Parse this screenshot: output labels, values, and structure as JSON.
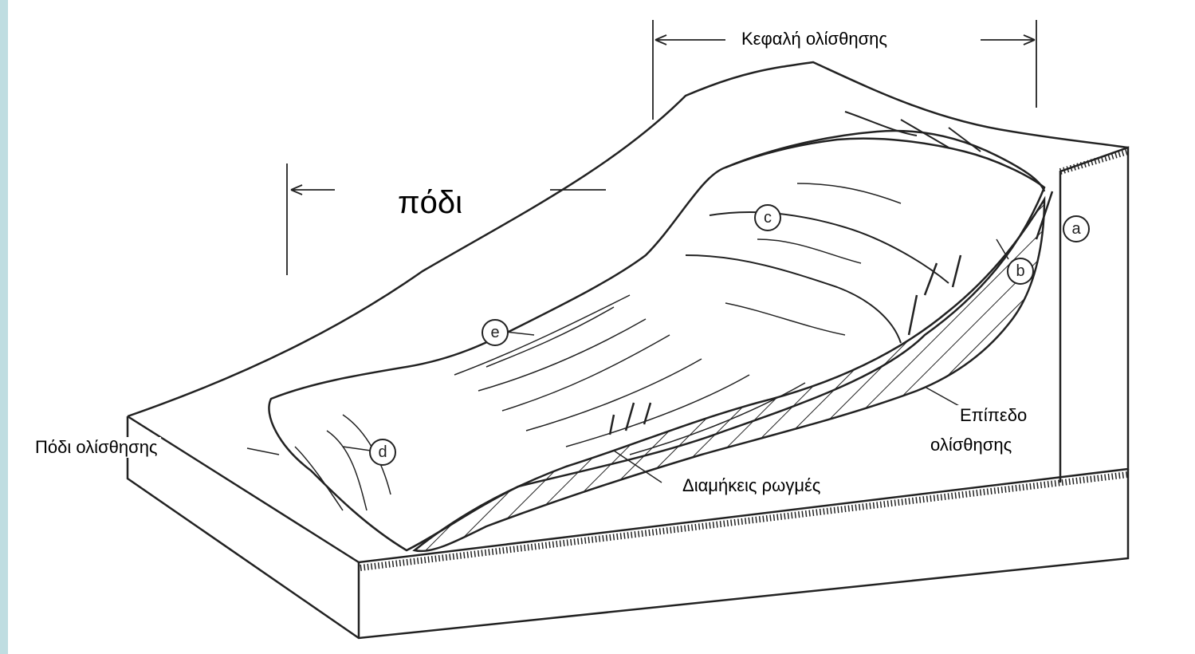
{
  "labels": {
    "head": "Κεφαλή ολίσθησης",
    "foot_range": "πόδι",
    "toe": "Πόδι ολίσθησης",
    "slip_plane_line1": "Επίπεδο",
    "slip_plane_line2": "ολίσθησης",
    "cracks": "Διαμήκεις ρωγμές"
  },
  "markers": [
    "a",
    "b",
    "c",
    "d",
    "e"
  ],
  "colors": {
    "background": "#bfdde1",
    "paper": "#ffffff",
    "ink": "#222222"
  }
}
